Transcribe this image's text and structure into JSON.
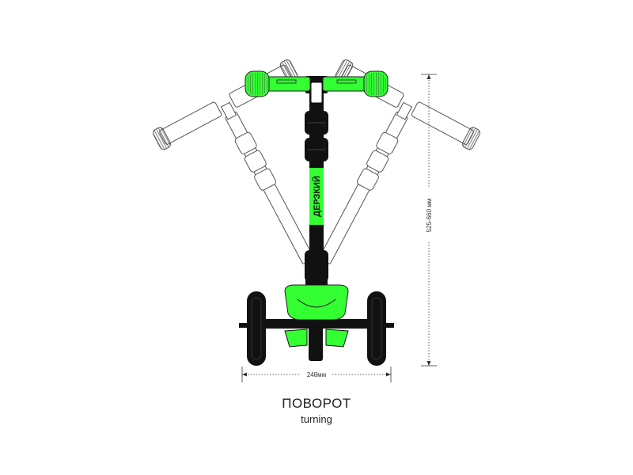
{
  "diagram": {
    "brand_label": "ДЕРЗКИЙ",
    "width_dimension": "248мм",
    "height_dimension": "525-660 мм",
    "caption_title": "ПОВОРОТ",
    "caption_subtitle": "turning"
  },
  "colors": {
    "accent": "#33ff33",
    "frame": "#111111",
    "outline": "#333333",
    "ghost": "#555555"
  }
}
